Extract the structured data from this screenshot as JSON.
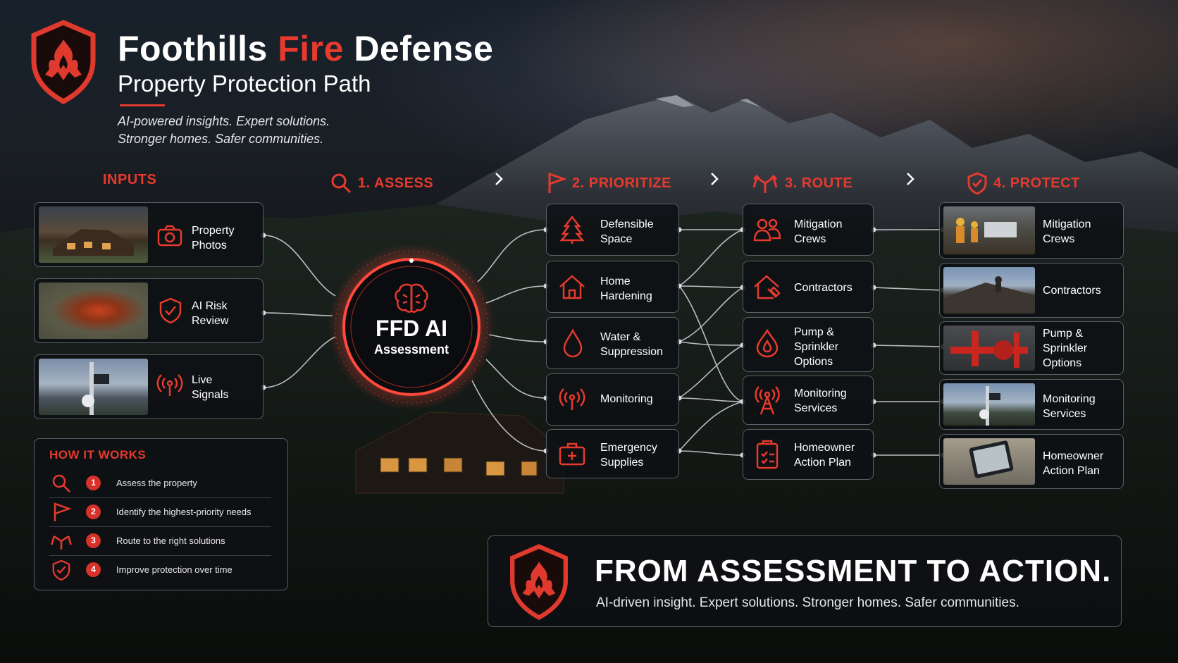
{
  "header": {
    "title_part1": "Foothills",
    "title_accent": "Fire",
    "title_part2": "Defense",
    "subtitle": "Property Protection Path",
    "tagline_line1": "AI-powered insights. Expert solutions.",
    "tagline_line2": "Stronger homes. Safer communities."
  },
  "columns": {
    "inputs": "INPUTS",
    "assess": "1. ASSESS",
    "prioritize": "2. PRIORITIZE",
    "route": "3. ROUTE",
    "protect": "4. PROTECT"
  },
  "inputs": [
    {
      "line1": "Property",
      "line2": "Photos",
      "icon": "camera-icon"
    },
    {
      "line1": "AI Risk",
      "line2": "Review",
      "icon": "shield-check-icon"
    },
    {
      "line1": "Live",
      "line2": "Signals",
      "icon": "signal-icon"
    }
  ],
  "hub": {
    "title": "FFD AI",
    "subtitle": "Assessment",
    "icon": "brain-icon"
  },
  "prioritize": [
    {
      "line1": "Defensible",
      "line2": "Space",
      "icon": "tree-icon"
    },
    {
      "line1": "Home",
      "line2": "Hardening",
      "icon": "house-icon"
    },
    {
      "line1": "Water &",
      "line2": "Suppression",
      "icon": "water-drop-icon"
    },
    {
      "line1": "Monitoring",
      "line2": "",
      "icon": "signal-icon"
    },
    {
      "line1": "Emergency",
      "line2": "Supplies",
      "icon": "first-aid-icon"
    }
  ],
  "route": [
    {
      "lines": [
        "Mitigation",
        "Crews"
      ],
      "icon": "people-icon"
    },
    {
      "lines": [
        "Contractors"
      ],
      "icon": "house-tools-icon"
    },
    {
      "lines": [
        "Pump &",
        "Sprinkler",
        "Options"
      ],
      "icon": "drop-shield-icon"
    },
    {
      "lines": [
        "Monitoring",
        "Services"
      ],
      "icon": "tower-icon"
    },
    {
      "lines": [
        "Homeowner",
        "Action Plan"
      ],
      "icon": "clipboard-icon"
    }
  ],
  "protect": [
    {
      "lines": [
        "Mitigation",
        "Crews"
      ]
    },
    {
      "lines": [
        "Contractors"
      ]
    },
    {
      "lines": [
        "Pump &",
        "Sprinkler",
        "Options"
      ]
    },
    {
      "lines": [
        "Monitoring",
        "Services"
      ]
    },
    {
      "lines": [
        "Homeowner",
        "Action Plan"
      ]
    }
  ],
  "how_it_works": {
    "title": "HOW IT WORKS",
    "steps": [
      {
        "num": "1",
        "text": "Assess the property",
        "icon": "search-icon"
      },
      {
        "num": "2",
        "text": "Identify the highest-priority needs",
        "icon": "flag-icon"
      },
      {
        "num": "3",
        "text": "Route to the right solutions",
        "icon": "route-icon"
      },
      {
        "num": "4",
        "text": "Improve protection over time",
        "icon": "shield-check-icon"
      }
    ]
  },
  "cta": {
    "title": "FROM ASSESSMENT TO ACTION.",
    "subtitle": "AI-driven insight. Expert solutions.  Stronger homes. Safer communities."
  },
  "colors": {
    "accent": "#e63a2e",
    "panel": "#0e1014",
    "border": "#969fad"
  }
}
